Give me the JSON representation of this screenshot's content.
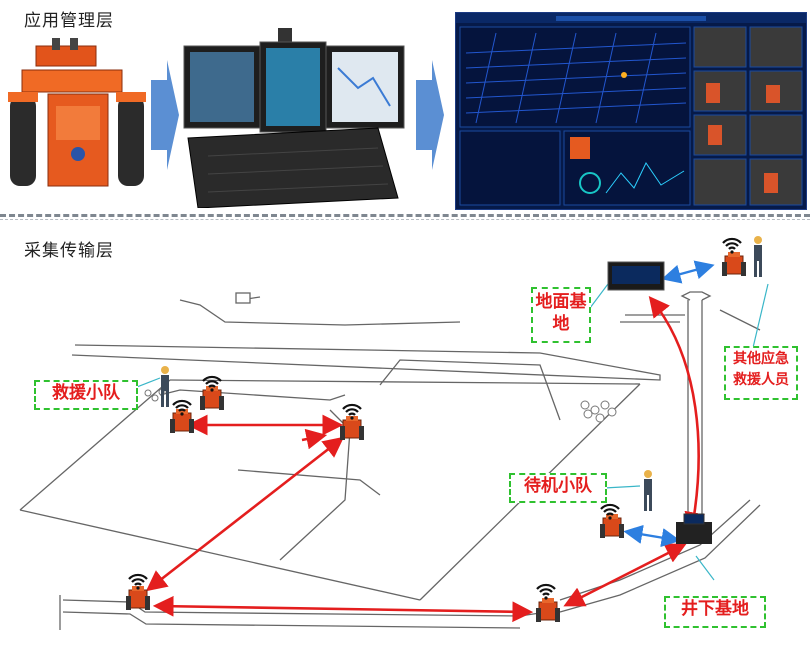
{
  "layers": {
    "application_management": "应用管理层",
    "acquisition_transmission": "采集传输层"
  },
  "callouts": {
    "ground_base": "地面基地",
    "other_rescuers": "其他应急救援人员",
    "rescue_team": "救援小队",
    "standby_team": "待机小队",
    "underground_base": "井下基地"
  },
  "colors": {
    "link_red": "#e41e1e",
    "link_blue": "#2d7fe0",
    "callout_border": "#2fc12f",
    "robot_orange": "#e2541b",
    "dashboard_bg": "#061a49"
  }
}
